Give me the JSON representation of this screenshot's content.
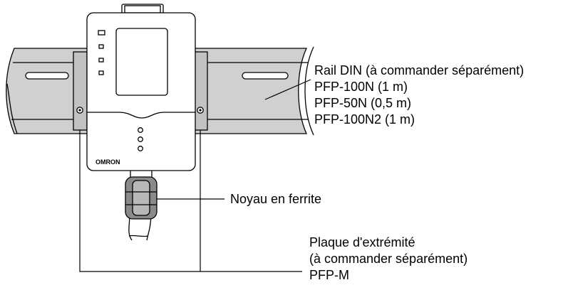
{
  "device": {
    "logo_text": "OMRON"
  },
  "callouts": {
    "rail": {
      "title": "Rail DIN (à commander séparément)",
      "items": [
        "PFP-100N (1 m)",
        "PFP-50N (0,5 m)",
        "PFP-100N2 (1 m)"
      ]
    },
    "ferrite": {
      "label": "Noyau en ferrite"
    },
    "end_plate": {
      "lines": [
        "Plaque d'extrémité",
        "(à commander séparément)",
        "PFP-M"
      ]
    }
  },
  "colors": {
    "rail_fill": "#d0d0d0",
    "device_body": "#ffffff",
    "bracket_fill": "#c2c2c2",
    "ferrite_fill": "#8a8a8a",
    "line": "#000000"
  }
}
